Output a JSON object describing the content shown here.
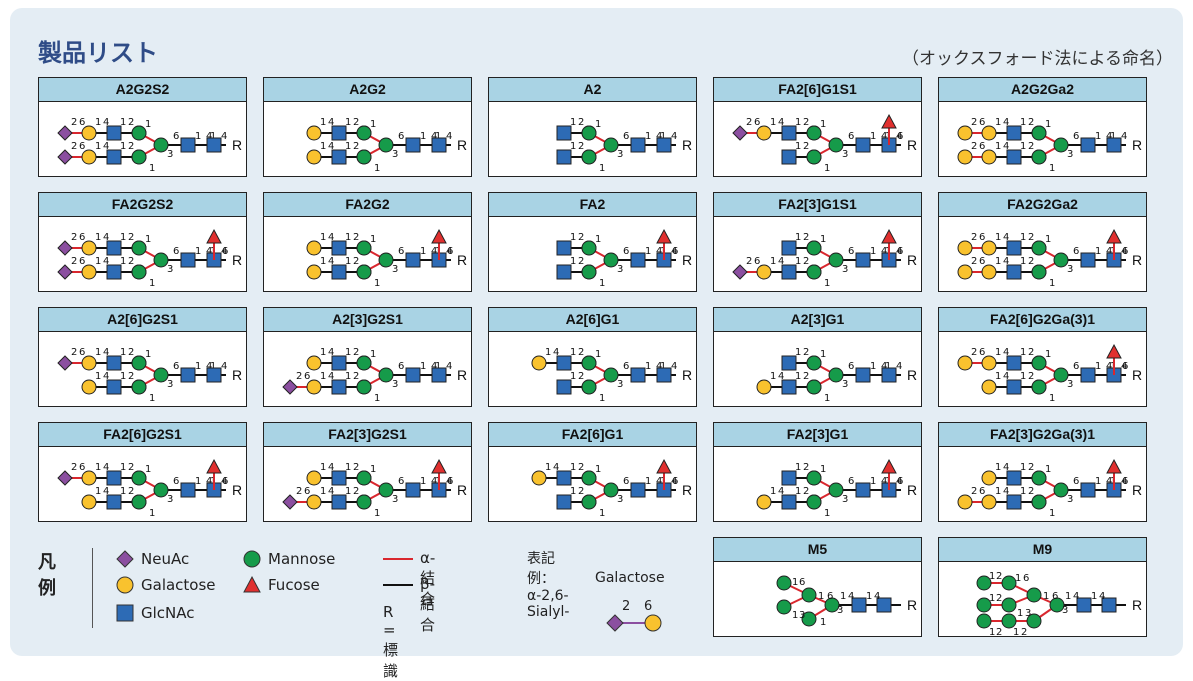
{
  "title": "製品リスト",
  "subtitle": "（オックスフォード法による命名）",
  "glycans": [
    {
      "name": "A2G2S2",
      "template": "biant",
      "arms": {
        "a6": [
          "G",
          "Gal",
          "S"
        ],
        "a3": [
          "G",
          "Gal",
          "S"
        ]
      },
      "a6_labels": [
        "2",
        "6",
        "1",
        "4",
        "1",
        "2"
      ],
      "a3_labels": [
        "2",
        "6",
        "1",
        "4",
        "1",
        "2"
      ],
      "fuc": false
    },
    {
      "name": "A2G2",
      "template": "biant",
      "arms": {
        "a6": [
          "G",
          "Gal"
        ],
        "a3": [
          "G",
          "Gal"
        ]
      },
      "fuc": false
    },
    {
      "name": "A2",
      "template": "biant",
      "arms": {
        "a6": [
          "G"
        ],
        "a3": [
          "G"
        ]
      },
      "fuc": false
    },
    {
      "name": "FA2[6]G1S1",
      "template": "biant",
      "arms": {
        "a6": [
          "G",
          "Gal",
          "S"
        ],
        "a3": [
          "G"
        ]
      },
      "fuc": true
    },
    {
      "name": "A2G2Ga2",
      "template": "biant",
      "arms": {
        "a6": [
          "G",
          "Gal",
          "Gal"
        ],
        "a3": [
          "G",
          "Gal",
          "Gal"
        ]
      },
      "fuc": false
    },
    {
      "name": "FA2G2S2",
      "template": "biant",
      "arms": {
        "a6": [
          "G",
          "Gal",
          "S"
        ],
        "a3": [
          "G",
          "Gal",
          "S"
        ]
      },
      "fuc": true
    },
    {
      "name": "FA2G2",
      "template": "biant",
      "arms": {
        "a6": [
          "G",
          "Gal"
        ],
        "a3": [
          "G",
          "Gal"
        ]
      },
      "fuc": true
    },
    {
      "name": "FA2",
      "template": "biant",
      "arms": {
        "a6": [
          "G"
        ],
        "a3": [
          "G"
        ]
      },
      "fuc": true
    },
    {
      "name": "FA2[3]G1S1",
      "template": "biant",
      "arms": {
        "a6": [
          "G"
        ],
        "a3": [
          "G",
          "Gal",
          "S"
        ]
      },
      "fuc": true
    },
    {
      "name": "FA2G2Ga2",
      "template": "biant",
      "arms": {
        "a6": [
          "G",
          "Gal",
          "Gal"
        ],
        "a3": [
          "G",
          "Gal",
          "Gal"
        ]
      },
      "fuc": true
    },
    {
      "name": "A2[6]G2S1",
      "template": "biant",
      "arms": {
        "a6": [
          "G",
          "Gal",
          "S"
        ],
        "a3": [
          "G",
          "Gal"
        ]
      },
      "fuc": false
    },
    {
      "name": "A2[3]G2S1",
      "template": "biant",
      "arms": {
        "a6": [
          "G",
          "Gal"
        ],
        "a3": [
          "G",
          "Gal",
          "S"
        ]
      },
      "fuc": false
    },
    {
      "name": "A2[6]G1",
      "template": "biant",
      "arms": {
        "a6": [
          "G",
          "Gal"
        ],
        "a3": [
          "G"
        ]
      },
      "fuc": false
    },
    {
      "name": "A2[3]G1",
      "template": "biant",
      "arms": {
        "a6": [
          "G"
        ],
        "a3": [
          "G",
          "Gal"
        ]
      },
      "fuc": false
    },
    {
      "name": "FA2[6]G2Ga(3)1",
      "template": "biant",
      "arms": {
        "a6": [
          "G",
          "Gal",
          "Gal"
        ],
        "a3": [
          "G",
          "Gal"
        ]
      },
      "fuc": true
    },
    {
      "name": "FA2[6]G2S1",
      "template": "biant",
      "arms": {
        "a6": [
          "G",
          "Gal",
          "S"
        ],
        "a3": [
          "G",
          "Gal"
        ]
      },
      "fuc": true
    },
    {
      "name": "FA2[3]G2S1",
      "template": "biant",
      "arms": {
        "a6": [
          "G",
          "Gal"
        ],
        "a3": [
          "G",
          "Gal",
          "S"
        ]
      },
      "fuc": true
    },
    {
      "name": "FA2[6]G1",
      "template": "biant",
      "arms": {
        "a6": [
          "G",
          "Gal"
        ],
        "a3": [
          "G"
        ]
      },
      "fuc": true
    },
    {
      "name": "FA2[3]G1",
      "template": "biant",
      "arms": {
        "a6": [
          "G"
        ],
        "a3": [
          "G",
          "Gal"
        ]
      },
      "fuc": true
    },
    {
      "name": "FA2[3]G2Ga(3)1",
      "template": "biant",
      "arms": {
        "a6": [
          "G",
          "Gal"
        ],
        "a3": [
          "G",
          "Gal",
          "Gal"
        ]
      },
      "fuc": true
    },
    {
      "name": "M5",
      "template": "m5",
      "fuc": false
    },
    {
      "name": "M9",
      "template": "m9",
      "fuc": false
    }
  ],
  "legend": {
    "heading": "凡例",
    "neuac": "NeuAc",
    "galactose": "Galactose",
    "glcnac": "GlcNAc",
    "mannose": "Mannose",
    "fucose": "Fucose",
    "alpha_bond": "α-結合",
    "beta_bond": "β-結合",
    "r_label": "R = 標識",
    "example_title": "表記例：α-2,6-Sialyl-",
    "example_title2": "Galactose",
    "example_n1": "2",
    "example_n2": "6"
  },
  "colors": {
    "neuac": "#8b4fa0",
    "galactose": "#f9c22e",
    "glcnac": "#2d6bb5",
    "mannose": "#169b4a",
    "fucose": "#e0302f",
    "alpha": "#d9272e",
    "header": "#a9d3e4",
    "title": "#2f4c87"
  }
}
